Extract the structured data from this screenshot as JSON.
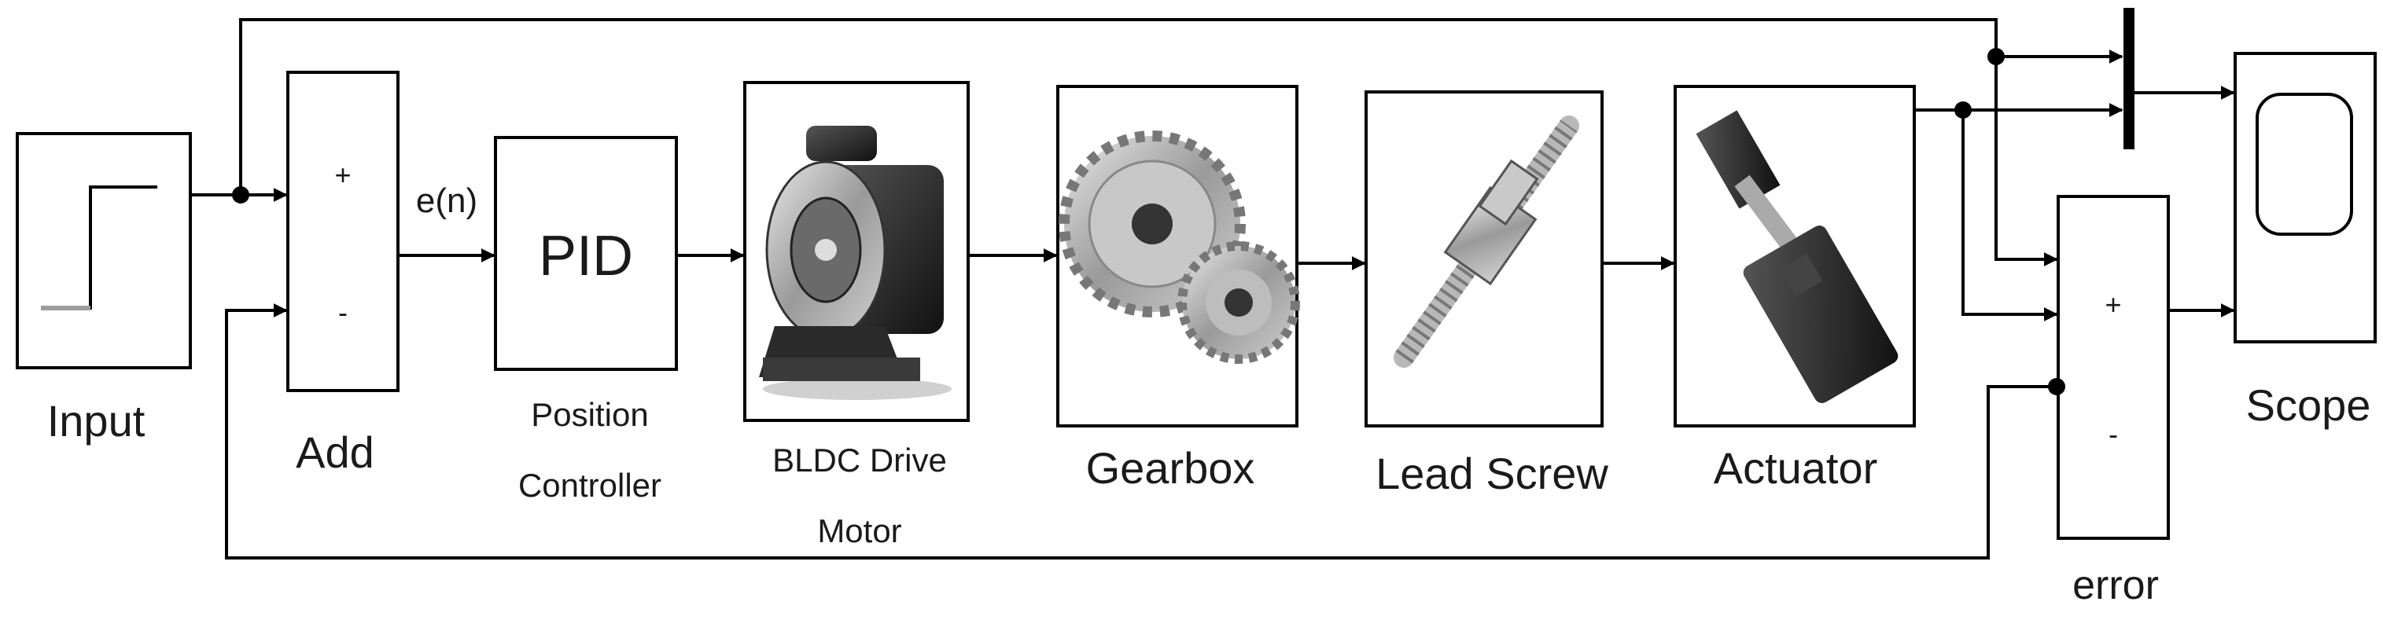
{
  "blocks": {
    "input": {
      "label": "Input"
    },
    "add": {
      "label": "Add",
      "plus": "+",
      "minus": "-"
    },
    "pid": {
      "text": "PID",
      "label_line1": "Position",
      "label_line2": "Controller"
    },
    "motor": {
      "label_line1": "BLDC Drive",
      "label_line2": "Motor"
    },
    "gearbox": {
      "label": "Gearbox"
    },
    "lead_screw": {
      "label": "Lead Screw"
    },
    "actuator": {
      "label": "Actuator"
    },
    "error": {
      "label": "error",
      "plus": "+",
      "minus": "-"
    },
    "scope": {
      "label": "Scope"
    }
  },
  "signals": {
    "error_signal": "e(n)"
  }
}
